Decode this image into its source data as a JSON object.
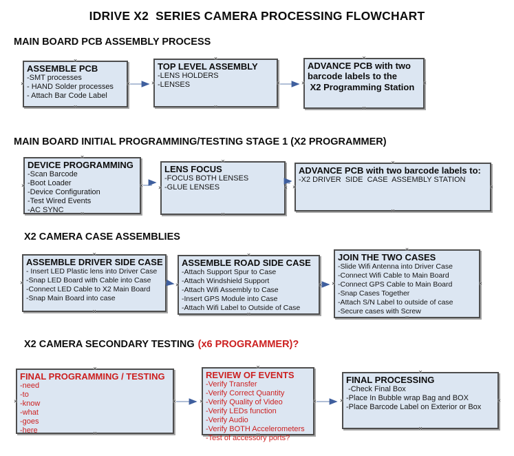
{
  "title": "IDRIVE X2  SERIES CAMERA PROCESSING FLOWCHART",
  "cp_marker": "×",
  "colors": {
    "box_fill": "#dce6f2",
    "box_border": "#4d4d4d",
    "red_text": "#cc1f1f",
    "arrow_line": "#96a8c8",
    "arrow_head": "#3f5f9e"
  },
  "sections": [
    {
      "header": "MAIN BOARD PCB ASSEMBLY PROCESS",
      "boxes": [
        {
          "title": "ASSEMBLE PCB",
          "items": [
            "-SMT processes",
            "- HAND Solder processes",
            "- Attach Bar Code Label"
          ]
        },
        {
          "title": "TOP LEVEL ASSEMBLY",
          "items": [
            "-LENS HOLDERS",
            "-LENSES"
          ]
        },
        {
          "title": "ADVANCE PCB with two",
          "items": [
            "barcode labels to the",
            " X2 Programming Station"
          ]
        }
      ]
    },
    {
      "header": "MAIN BOARD INITIAL PROGRAMMING/TESTING STAGE 1 (X2 PROGRAMMER)",
      "boxes": [
        {
          "title": "DEVICE PROGRAMMING",
          "items": [
            "-Scan Barcode",
            "-Boot Loader",
            "-Device Configuration",
            "-Test Wired Events",
            "-AC SYNC"
          ]
        },
        {
          "title": "LENS FOCUS",
          "items": [
            "-FOCUS BOTH LENSES",
            "-GLUE LENSES"
          ]
        },
        {
          "title": "ADVANCE PCB with two barcode labels to:",
          "items": [
            "-X2 DRIVER  SIDE  CASE  ASSEMBLY STATION"
          ]
        }
      ]
    },
    {
      "header": "X2 CAMERA CASE ASSEMBLIES",
      "boxes": [
        {
          "title": "ASSEMBLE DRIVER SIDE CASE",
          "items": [
            "- Insert LED Plastic lens into Driver Case",
            "-Snap LED Board with Cable into Case",
            "-Connect LED Cable to X2 Main Board",
            "-Snap Main Board into case"
          ]
        },
        {
          "title": "ASSEMBLE ROAD SIDE CASE",
          "items": [
            "-Attach Support Spur to Case",
            "-Attach Windshield Support",
            "-Attach Wifi Assembly to Case",
            "-Insert GPS Module into Case",
            "-Attach Wifi Label to Outside of Case"
          ]
        },
        {
          "title": "JOIN THE TWO CASES",
          "items": [
            "-Slide Wifi Antenna into Driver Case",
            "-Connect Wifi Cable to Main Board",
            "-Connect GPS Cable to Main Board",
            "-Snap Cases Together",
            "-Attach S/N Label to outside of case",
            "-Secure cases with Screw"
          ]
        }
      ]
    },
    {
      "header": "X2 CAMERA SECONDARY TESTING",
      "header_suffix": "(x6 PROGRAMMER)?",
      "boxes": [
        {
          "title": "FINAL PROGRAMMING / TESTING",
          "items": [
            "-need",
            "-to",
            "-know",
            "-what",
            "-goes",
            "-here"
          ]
        },
        {
          "title": "REVIEW OF EVENTS",
          "items": [
            "-Verify Transfer",
            "-Verify Correct Quantity",
            "-Verify Quality of Video",
            "-Verify LEDs function",
            "-Verify Audio",
            "-Verify BOTH Accelerometers",
            "-Test of accessory ports?"
          ]
        },
        {
          "title": "FINAL PROCESSING",
          "items": [
            " -Check Final Box",
            "-Place In Bubble wrap Bag and BOX",
            "-Place Barcode Label on Exterior or Box"
          ]
        }
      ]
    }
  ]
}
